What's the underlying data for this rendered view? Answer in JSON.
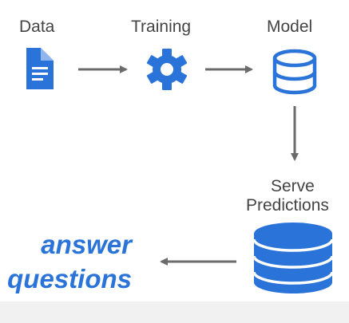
{
  "labels": {
    "data": "Data",
    "training": "Training",
    "model": "Model",
    "serve_line1": "Serve",
    "serve_line2": "Predictions"
  },
  "answer": {
    "line1": "answer",
    "line2": "questions"
  },
  "colors": {
    "accent": "#2a73d9",
    "arrow": "#6b6b6b",
    "text": "#444444"
  },
  "icons": [
    "document-icon",
    "gear-icon",
    "database-icon",
    "database-large-icon"
  ]
}
